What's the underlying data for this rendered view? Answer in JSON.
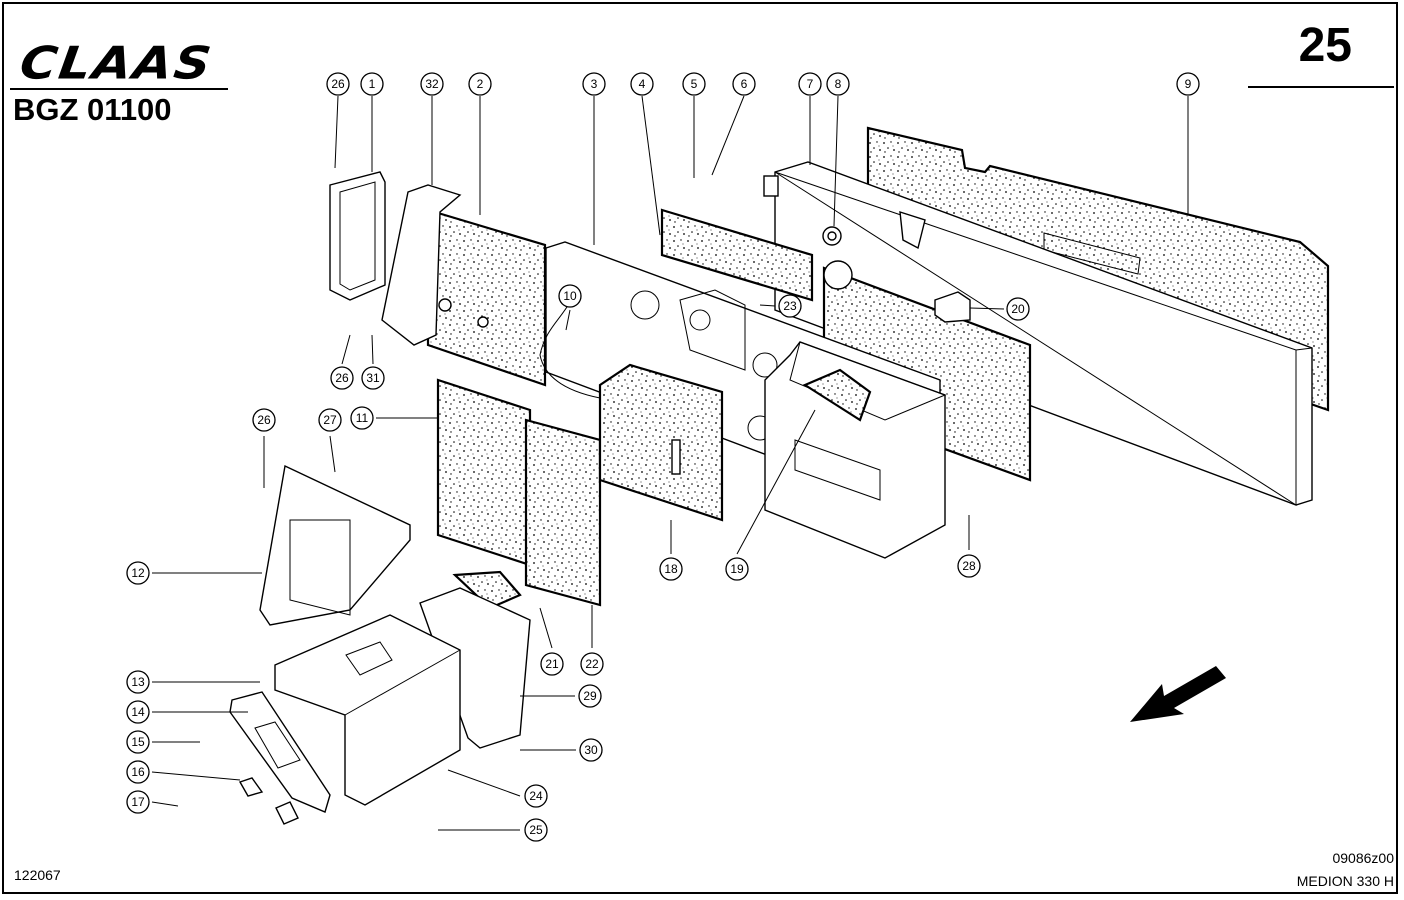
{
  "header": {
    "brand": "CLAAS",
    "doc_code": "BGZ 01100",
    "page_number": "25"
  },
  "footer": {
    "figure_id": "122067",
    "drawing_number": "09086z00",
    "model": "MEDION 330 H"
  },
  "callouts": [
    "26",
    "1",
    "32",
    "2",
    "3",
    "4",
    "5",
    "6",
    "7",
    "8",
    "9",
    "10",
    "23",
    "20",
    "26",
    "31",
    "26",
    "27",
    "11",
    "12",
    "18",
    "19",
    "28",
    "21",
    "22",
    "13",
    "29",
    "14",
    "15",
    "30",
    "16",
    "24",
    "17",
    "25"
  ],
  "colors": {
    "ink": "#000000",
    "paper": "#ffffff"
  },
  "icons": {
    "direction": "arrow-down-left-icon"
  }
}
